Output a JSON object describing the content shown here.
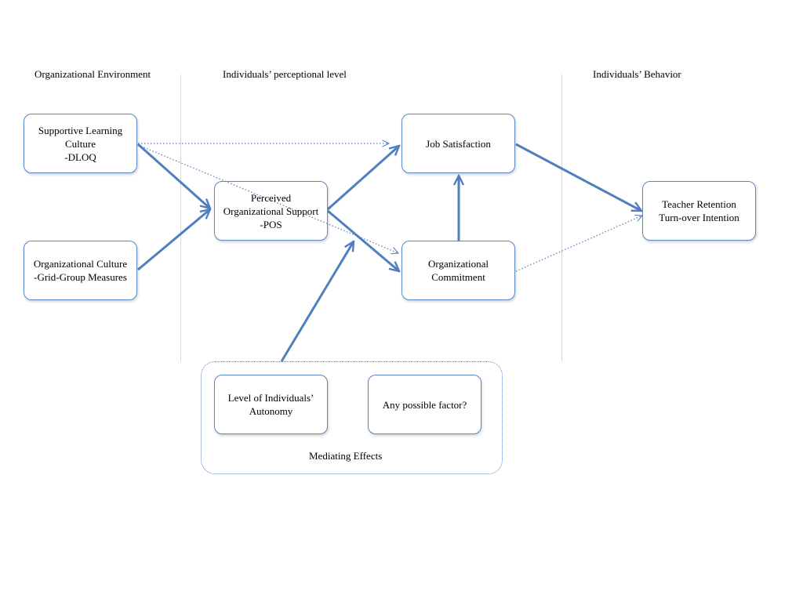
{
  "headers": {
    "environment": "Organizational Environment",
    "perceptional": "Individuals’ perceptional level",
    "behavior": "Individuals’ Behavior"
  },
  "nodes": {
    "supportive_learning_culture": {
      "lines": [
        "Supportive Learning",
        "Culture",
        "-DLOQ"
      ]
    },
    "organizational_culture": {
      "lines": [
        "Organizational Culture",
        "-Grid-Group Measures"
      ]
    },
    "perceived_org_support": {
      "lines": [
        "Perceived",
        "Organizational Support",
        "-POS"
      ]
    },
    "job_satisfaction": {
      "lines": [
        "Job Satisfaction"
      ]
    },
    "organizational_commitment": {
      "lines": [
        "Organizational",
        "Commitment"
      ]
    },
    "teacher_retention": {
      "lines": [
        "Teacher Retention",
        "Turn-over Intention"
      ]
    },
    "individual_autonomy": {
      "lines": [
        "Level of Individuals’",
        "Autonomy"
      ]
    },
    "possible_factor": {
      "lines": [
        "Any possible factor?"
      ]
    }
  },
  "mediating_group": {
    "label": "Mediating Effects"
  },
  "edges": [
    {
      "from": "supportive_learning_culture",
      "to": "perceived_org_support",
      "style": "solid"
    },
    {
      "from": "organizational_culture",
      "to": "perceived_org_support",
      "style": "solid"
    },
    {
      "from": "supportive_learning_culture",
      "to": "job_satisfaction",
      "style": "dotted"
    },
    {
      "from": "supportive_learning_culture",
      "to": "organizational_commitment",
      "style": "dotted"
    },
    {
      "from": "perceived_org_support",
      "to": "job_satisfaction",
      "style": "solid"
    },
    {
      "from": "perceived_org_support",
      "to": "organizational_commitment",
      "style": "solid"
    },
    {
      "from": "organizational_commitment",
      "to": "job_satisfaction",
      "style": "solid"
    },
    {
      "from": "job_satisfaction",
      "to": "teacher_retention",
      "style": "solid"
    },
    {
      "from": "organizational_commitment",
      "to": "teacher_retention",
      "style": "dotted"
    },
    {
      "from": "mediating_effects",
      "to": "perceived_org_support",
      "style": "solid"
    }
  ],
  "colors": {
    "line": "#4f7fbf",
    "border": "#5b87c4"
  }
}
